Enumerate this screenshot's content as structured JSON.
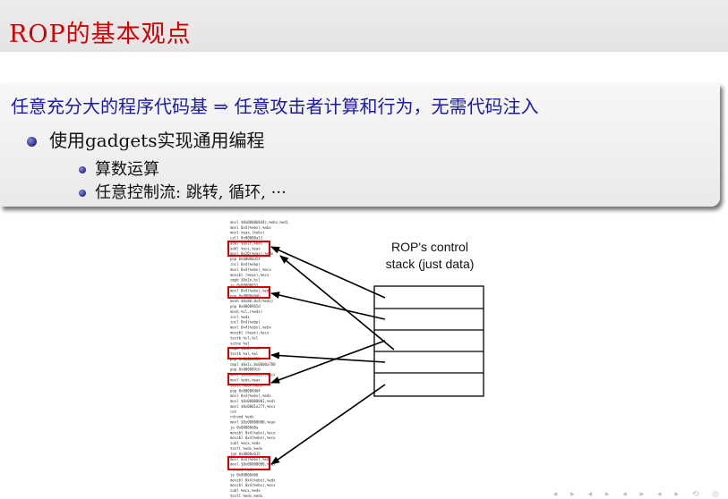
{
  "slide": {
    "title": "ROP的基本观点"
  },
  "block": {
    "heading": "任意充分大的程序代码基 ⇒ 任意攻击者计算和行为，无需代码注入",
    "bullet": "使用gadgets实现通用编程",
    "subbullets": [
      "算数运算",
      "任意控制流: 跳转, 循环, ···"
    ]
  },
  "figure": {
    "stack_label_line1": "ROP's control",
    "stack_label_line2": "stack (just data)",
    "code_lines": [
      "movl $0x0000b8d4c,%ebx,%edi",
      "movl 0x4(%ebx),%ebx",
      "movl %eax,(%ebx)",
      "call 0x00000a11",
      "addl $0x1f,%edi",
      "addl %esi,%eax",
      "movl 0x20(%eax),%edx",
      "pop 0x00006d54",
      "incl 0x4(%ebp)",
      "movl 0x4(%ebx),%ecx",
      "movzbl (%eax),%ecx",
      "cmpb $0x2e,%cl",
      "je 0x00008651",
      "movl 0x4(%ebx),%edi",
      "pop 0x0000d4db",
      "movb $0x80,0x4(%edx)",
      "pop 0x0000965d",
      "movb %cl,(%edx)",
      "incl %edx",
      "incl 0x4(%ebp)",
      "movl 0x4(%ebx),%ebx",
      "movzbl (%eax),%ecx",
      "testb %cl,%cl",
      "setne %al",
      "cmpb $0x2e,%cl",
      "testb %al,%al",
      "pop 0x0000d922",
      "cmpl $0x1c,0x0000a780",
      "pop 0x000089c6",
      "movl $0x0000002f,%ecx",
      "movl %edx,%eax",
      "testl %edx,%edx",
      "pop 0x00008d64",
      "movl 0x4(%ebx),%edx",
      "movl $0x00000001,%edi",
      "movl $0x0001e27f,%ecx",
      "ret",
      "rdrand %edx",
      "movl $0x00000000,%eax",
      "je 0x00008d8a",
      "movzbl 0x4(%ebx),%ecx",
      "movzbl 0x4(%ebx),%ecx",
      "subl %ecx,%edx",
      "testl %edx,%edx",
      "jge 0x0000e615",
      "movl 0x4(%ebx),%edx",
      "movl $0x00000000,%edi",
      "rdrand %edx",
      "je 0x00008d66",
      "movzbl 0x4(%ebx),%edx",
      "movzbl 0x4(%ebx),%ecx",
      "subl %ecx,%edx",
      "testl %edx,%edx"
    ]
  }
}
